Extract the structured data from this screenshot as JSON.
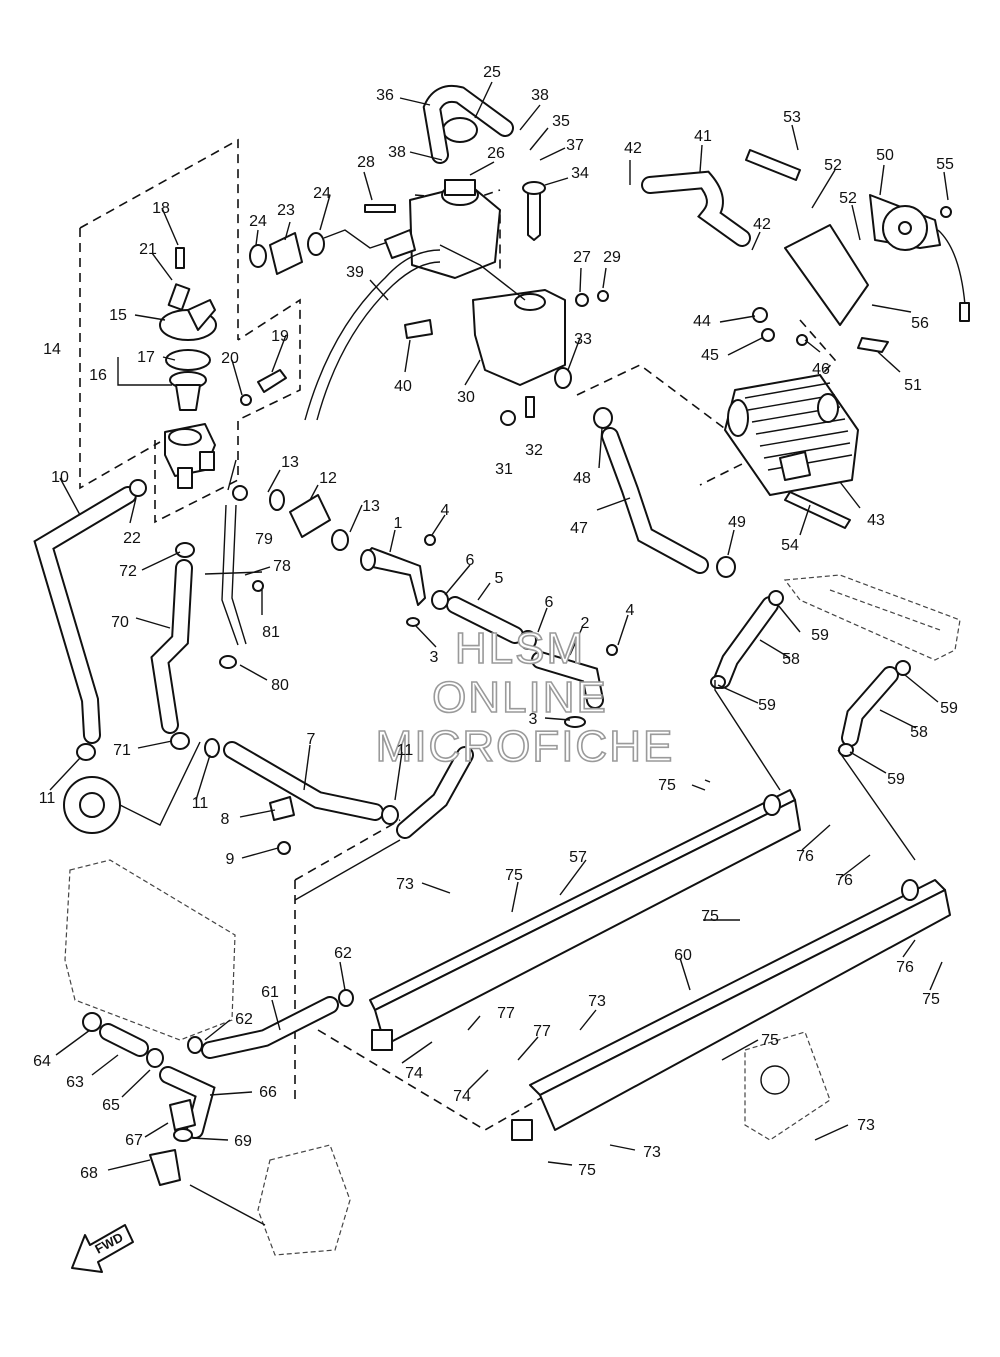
{
  "watermark": {
    "line1": "HLSM",
    "line2": "ONLINE",
    "line3": "MICROFICHE"
  },
  "direction_marker": "FWD",
  "callouts": [
    "1",
    "2",
    "3",
    "4",
    "5",
    "6",
    "7",
    "8",
    "9",
    "10",
    "11",
    "12",
    "13",
    "14",
    "15",
    "16",
    "17",
    "18",
    "19",
    "20",
    "21",
    "22",
    "23",
    "24",
    "25",
    "26",
    "27",
    "28",
    "29",
    "30",
    "31",
    "32",
    "33",
    "34",
    "35",
    "36",
    "37",
    "38",
    "39",
    "40",
    "41",
    "42",
    "43",
    "44",
    "45",
    "46",
    "47",
    "48",
    "49",
    "50",
    "51",
    "52",
    "53",
    "54",
    "55",
    "56",
    "57",
    "58",
    "59",
    "60",
    "61",
    "62",
    "63",
    "64",
    "65",
    "66",
    "67",
    "68",
    "69",
    "70",
    "71",
    "72",
    "73",
    "74",
    "75",
    "76",
    "77",
    "78",
    "79",
    "80",
    "81"
  ]
}
